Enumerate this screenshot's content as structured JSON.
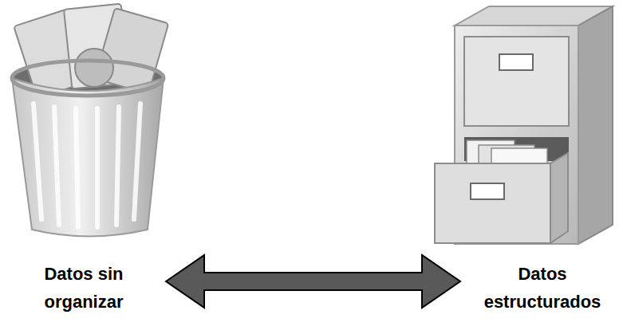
{
  "diagram": {
    "nodes": [
      {
        "text": [
          "Datos sin organizar"
        ]
      },
      {
        "text": [
          "Datos estructurados"
        ]
      }
    ],
    "edges": [
      {
        "from": 0,
        "to": 1,
        "arrow": "both"
      }
    ]
  }
}
